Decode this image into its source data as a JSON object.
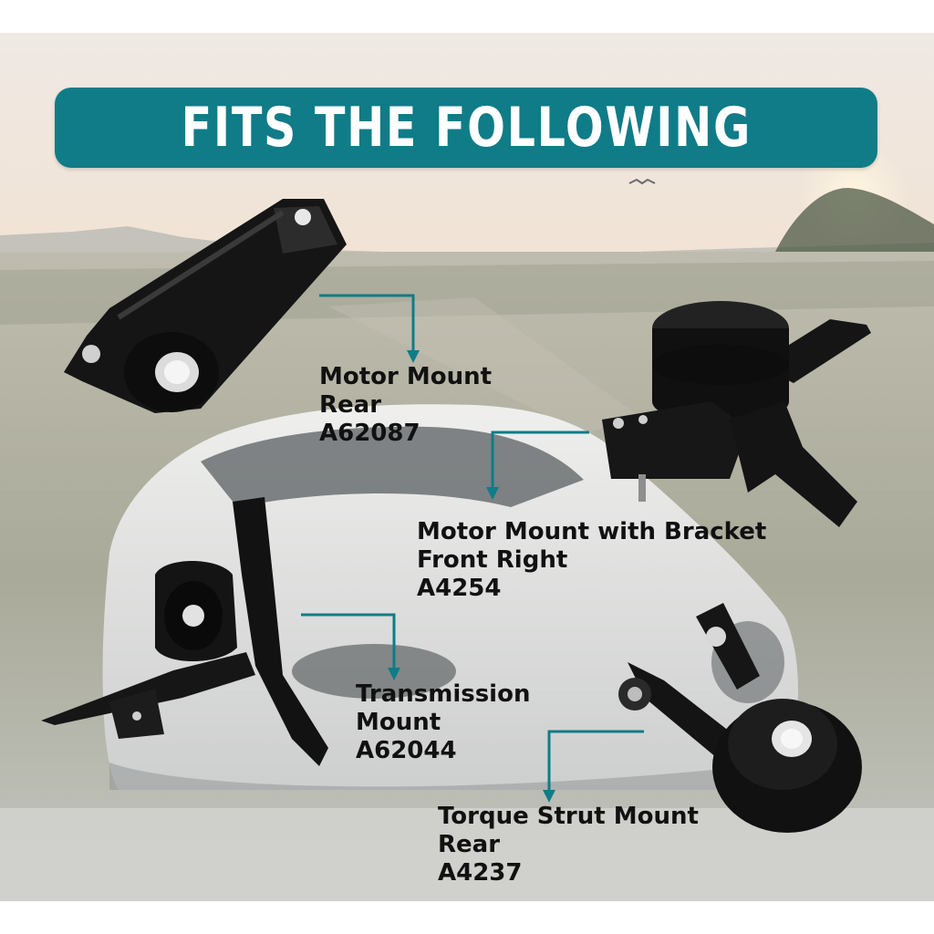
{
  "banner": {
    "title": "FITS THE FOLLOWING"
  },
  "colors": {
    "accent": "#0f7c88",
    "label_text": "#111111",
    "part_metal": "#151515"
  },
  "parts": [
    {
      "icon": "motor-mount-rear-icon",
      "lines": [
        "Motor Mount",
        "Rear",
        "A62087"
      ]
    },
    {
      "icon": "motor-mount-bracket-icon",
      "lines": [
        "Motor Mount with Bracket",
        "Front Right",
        "A4254"
      ]
    },
    {
      "icon": "transmission-mount-icon",
      "lines": [
        "Transmission",
        "Mount",
        "A62044"
      ]
    },
    {
      "icon": "torque-strut-mount-icon",
      "lines": [
        "Torque Strut Mount",
        "Rear",
        "A4237"
      ]
    }
  ]
}
